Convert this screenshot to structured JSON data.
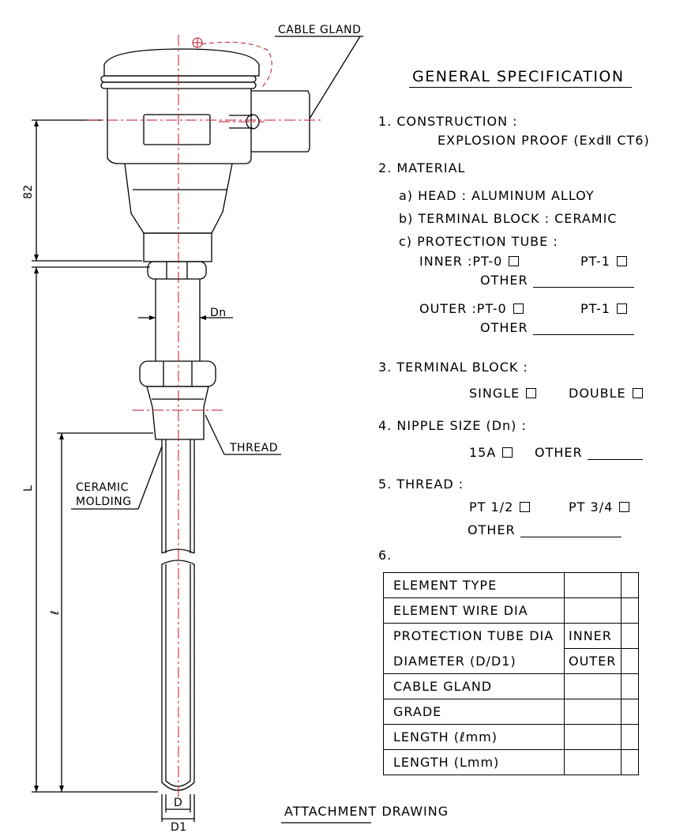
{
  "drawing": {
    "cable_gland_label": "CABLE GLAND",
    "dim_82": "82",
    "dim_L": "L",
    "dim_l": "ℓ",
    "dn_label": "Dn",
    "thread_label": "THREAD",
    "ceramic_label_1": "CERAMIC",
    "ceramic_label_2": "MOLDING",
    "d_label": "D",
    "d1_label": "D1",
    "footer": "ATTACHMENT DRAWING"
  },
  "spec": {
    "title": "GENERAL SPECIFICATION",
    "s1": "1. CONSTRUCTION :",
    "s1_value": "EXPLOSION PROOF (ExdⅡ CT6)",
    "s2": "2. MATERIAL",
    "s2a": "a) HEAD : ALUMINUM ALLOY",
    "s2b": "b) TERMINAL BLOCK : CERAMIC",
    "s2c": "c) PROTECTION TUBE :",
    "inner": "INNER :PT-0",
    "outer": "OUTER :PT-0",
    "pt1": "PT-1",
    "other": "OTHER",
    "s3": "3. TERMINAL BLOCK :",
    "single": "SINGLE",
    "double": "DOUBLE",
    "s4": "4. NIPPLE SIZE (Dn) :",
    "a15": "15A",
    "s5": "5. THREAD :",
    "pt12": "PT 1/2",
    "pt34": "PT 3/4",
    "s6": "6."
  },
  "table": {
    "rows": [
      {
        "label": "ELEMENT TYPE",
        "mid": ""
      },
      {
        "label": "ELEMENT WIRE DIA",
        "mid": ""
      },
      {
        "label": "PROTECTION TUBE DIA",
        "mid": "INNER"
      },
      {
        "label": "DIAMETER (D/D1)",
        "mid": "OUTER"
      },
      {
        "label": "CABLE GLAND",
        "mid": ""
      },
      {
        "label": "GRADE",
        "mid": ""
      },
      {
        "label": "LENGTH  (ℓmm)",
        "mid": ""
      },
      {
        "label": "LENGTH  (Lmm)",
        "mid": ""
      }
    ]
  }
}
